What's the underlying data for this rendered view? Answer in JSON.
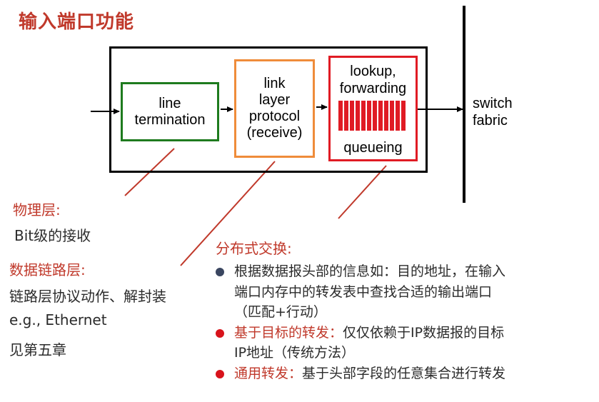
{
  "title": "输入端口功能",
  "blocks": {
    "line_termination": "line\ntermination",
    "link_layer": "link\nlayer\nprotocol\n(receive)",
    "lookup": "lookup,\nforwarding",
    "queueing": "queueing",
    "switch_fabric": "switch\nfabric"
  },
  "annotations": {
    "physical_title": "物理层:",
    "physical_text": "Bit级的接收",
    "datalink_title": "数据链路层:",
    "datalink_line1": "链路层协议动作、解封装",
    "datalink_line2": "e.g., Ethernet",
    "datalink_line3": "见第五章",
    "distributed_title": "分布式交换:"
  },
  "bullets": [
    {
      "lines": [
        "根据数据报头部的信息如：目的地址，在输入",
        "端口内存中的转发表中查找合适的输出端口",
        "（匹配+行动）"
      ]
    },
    {
      "highlight": "基于目标的转发：",
      "rest": "仅仅依赖于IP数据报的目标",
      "line2": "IP地址（传统方法）"
    },
    {
      "highlight": "通用转发：",
      "rest": "基于头部字段的任意集合进行转发"
    }
  ],
  "colors": {
    "title_red": "#c0392b",
    "green_border": "#1e7b1e",
    "orange_border": "#ef8c3a",
    "red_border": "#e01b24",
    "bullet_gray": "#3a4660",
    "bullet_red": "#d8131b"
  }
}
